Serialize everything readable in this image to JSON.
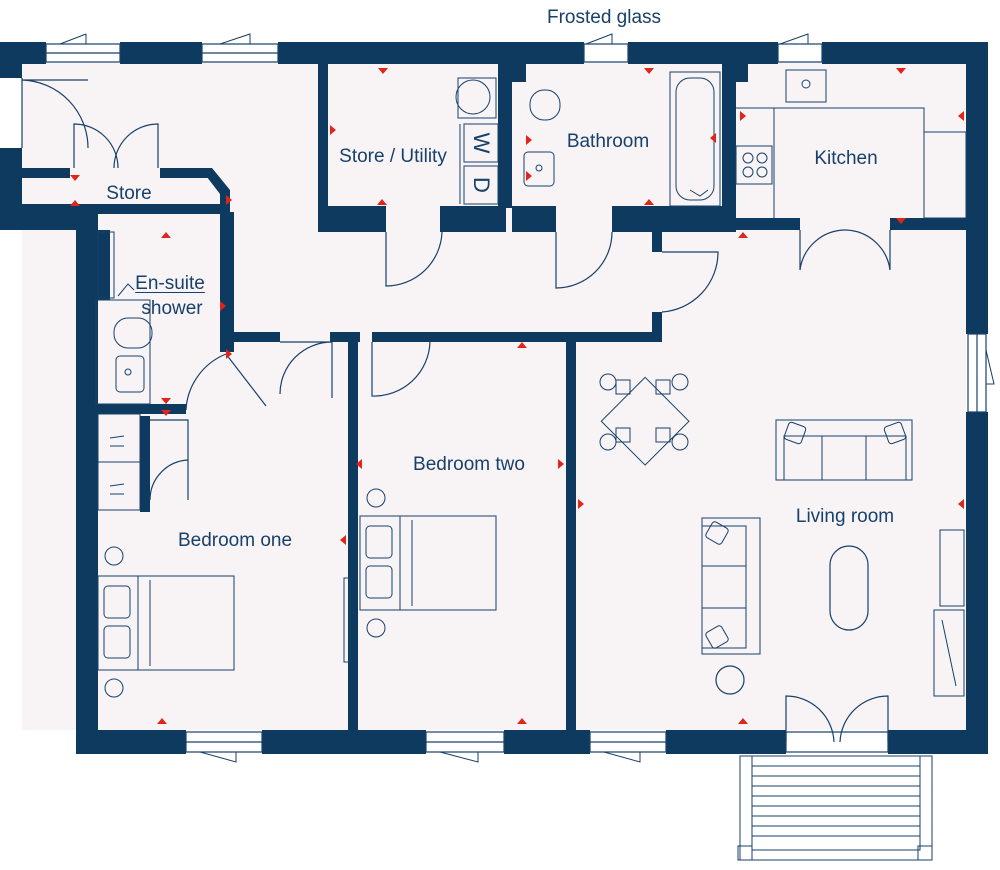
{
  "colors": {
    "wall": "#0e3a5f",
    "floor": "#f8f4f6",
    "fixture_line": "#17406a",
    "socket_marker": "#e0251b",
    "background": "#ffffff"
  },
  "annotations": {
    "frosted_glass": "Frosted glass"
  },
  "rooms": {
    "store": "Store",
    "store_utility": "Store / Utility",
    "bathroom": "Bathroom",
    "kitchen": "Kitchen",
    "ensuite_line1": "En-suite",
    "ensuite_line2": "shower",
    "bedroom_two": "Bedroom two",
    "bedroom_one": "Bedroom one",
    "living_room": "Living room"
  },
  "appliances": {
    "washer": "W",
    "dryer": "D"
  },
  "icons": [
    "door-swing-icon",
    "window-icon",
    "bed-icon",
    "sofa-icon",
    "dining-table-icon",
    "toilet-icon",
    "sink-icon",
    "bath-icon",
    "hob-icon",
    "lamp-icon",
    "socket-marker-icon",
    "balcony-icon"
  ]
}
